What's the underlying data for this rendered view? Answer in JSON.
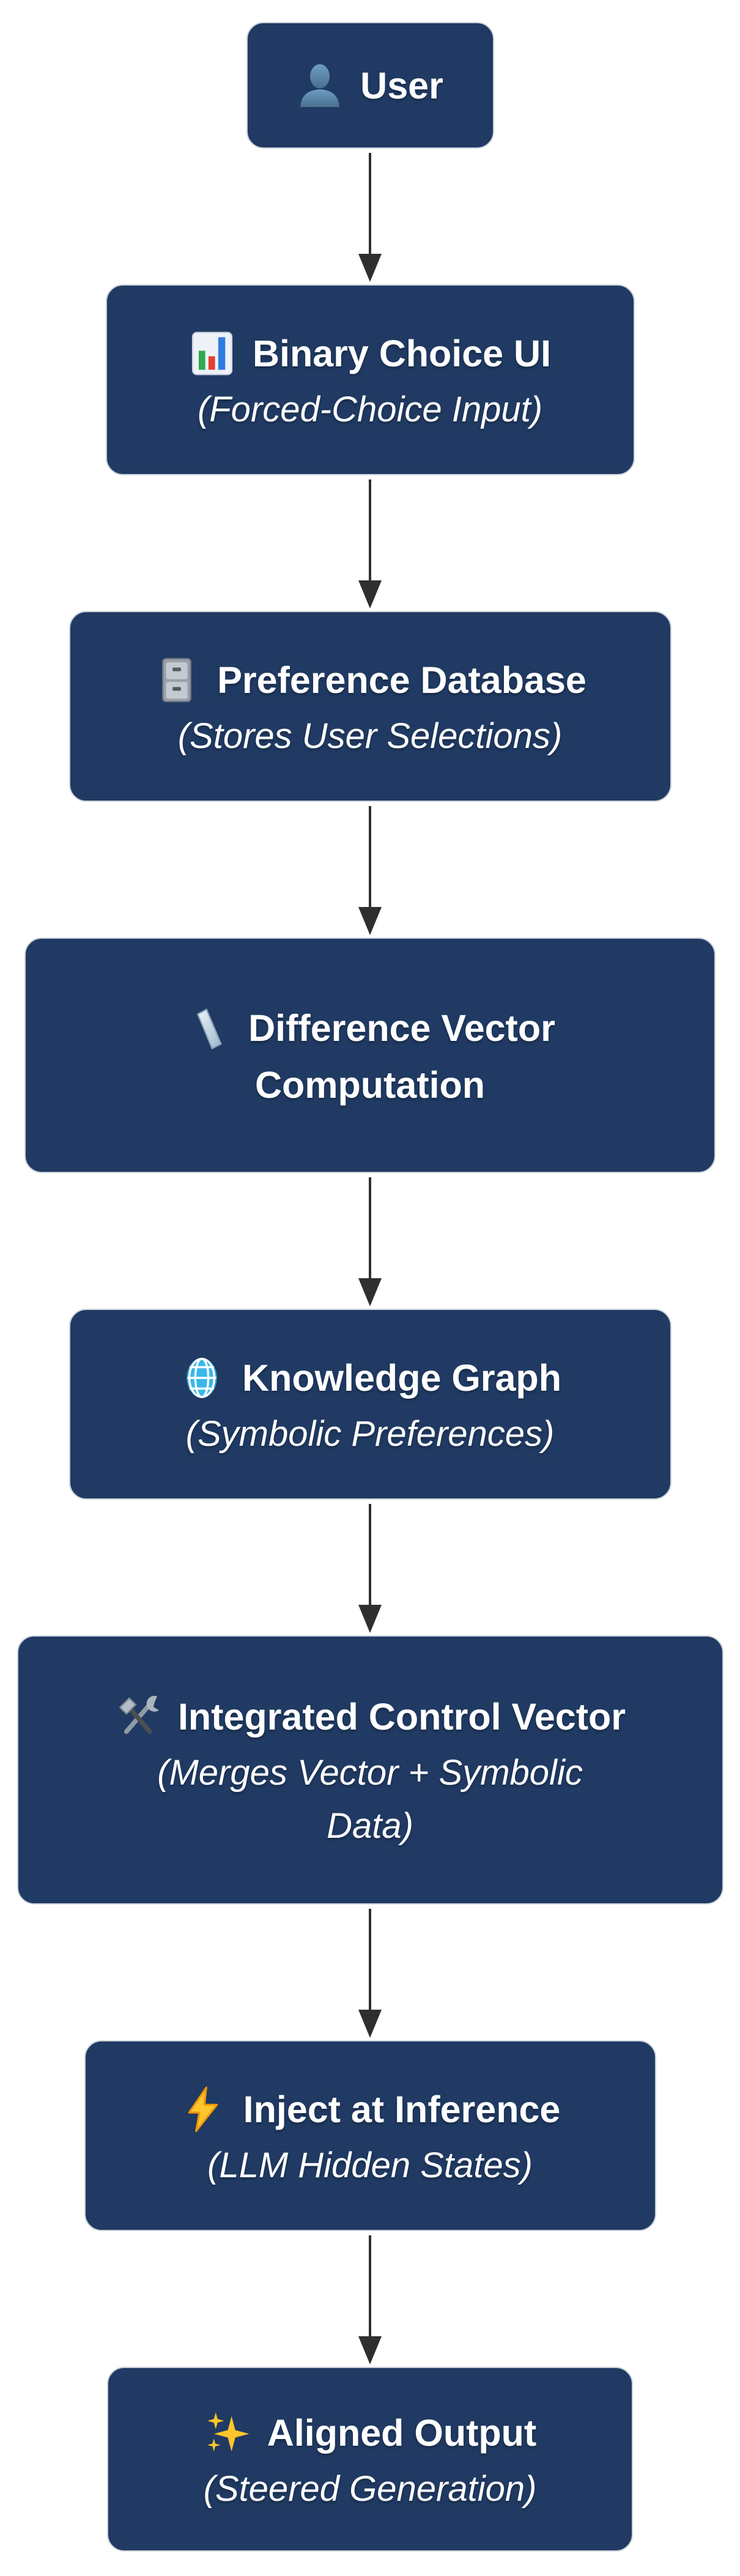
{
  "flowchart": {
    "background": "#ffffff",
    "node_fill": "#203a63",
    "node_border": "#c9cfd9",
    "text_color": "#ffffff",
    "arrow_color": "#2f2f2f",
    "nodes": [
      {
        "id": "user",
        "icon": "user-icon",
        "lines": [
          {
            "text": "User",
            "style": "title"
          }
        ]
      },
      {
        "id": "binary-choice-ui",
        "icon": "bar-chart-icon",
        "lines": [
          {
            "text": "Binary Choice UI",
            "style": "title"
          },
          {
            "text": "(Forced-Choice Input)",
            "style": "subtitle"
          }
        ]
      },
      {
        "id": "preference-database",
        "icon": "file-cabinet-icon",
        "lines": [
          {
            "text": "Preference Database",
            "style": "title"
          },
          {
            "text": "(Stores User Selections)",
            "style": "subtitle"
          }
        ]
      },
      {
        "id": "difference-vector-computation",
        "icon": "ruler-icon",
        "lines": [
          {
            "text": "Difference Vector",
            "style": "title"
          },
          {
            "text": "Computation",
            "style": "title"
          }
        ]
      },
      {
        "id": "knowledge-graph",
        "icon": "globe-icon",
        "lines": [
          {
            "text": "Knowledge Graph",
            "style": "title"
          },
          {
            "text": "(Symbolic Preferences)",
            "style": "subtitle"
          }
        ]
      },
      {
        "id": "integrated-control-vector",
        "icon": "hammer-wrench-icon",
        "lines": [
          {
            "text": "Integrated Control Vector",
            "style": "title"
          },
          {
            "text": "(Merges Vector + Symbolic",
            "style": "subtitle"
          },
          {
            "text": "Data)",
            "style": "subtitle"
          }
        ]
      },
      {
        "id": "inject-at-inference",
        "icon": "lightning-icon",
        "lines": [
          {
            "text": "Inject at Inference",
            "style": "title"
          },
          {
            "text": "(LLM Hidden States)",
            "style": "subtitle"
          }
        ]
      },
      {
        "id": "aligned-output",
        "icon": "sparkles-icon",
        "lines": [
          {
            "text": "Aligned Output",
            "style": "title"
          },
          {
            "text": "(Steered Generation)",
            "style": "subtitle"
          }
        ]
      }
    ],
    "edges": [
      {
        "from": "user",
        "to": "binary-choice-ui"
      },
      {
        "from": "binary-choice-ui",
        "to": "preference-database"
      },
      {
        "from": "preference-database",
        "to": "difference-vector-computation"
      },
      {
        "from": "difference-vector-computation",
        "to": "knowledge-graph"
      },
      {
        "from": "knowledge-graph",
        "to": "integrated-control-vector"
      },
      {
        "from": "integrated-control-vector",
        "to": "inject-at-inference"
      },
      {
        "from": "inject-at-inference",
        "to": "aligned-output"
      }
    ]
  }
}
